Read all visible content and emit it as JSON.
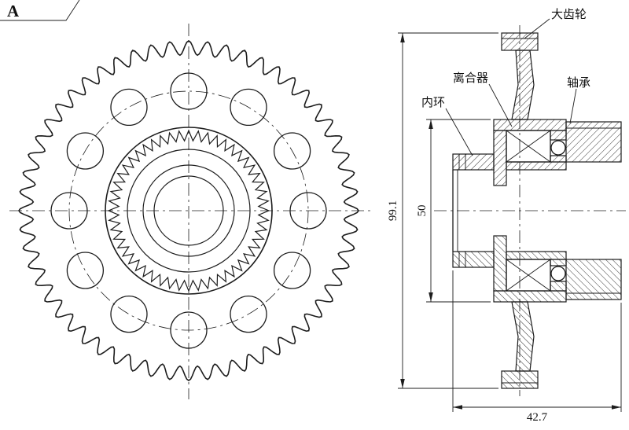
{
  "page": {
    "background": "#ffffff",
    "line_color": "#1c1c1c"
  },
  "corner_mark": {
    "label": "A"
  },
  "section_view": {
    "labels": {
      "big_gear": "大齿轮",
      "clutch": "离合器",
      "bearing": "轴承",
      "inner_ring": "内环"
    },
    "dimensions": {
      "overall_height": "99.1",
      "hub_height": "50",
      "width": "42.7"
    }
  }
}
